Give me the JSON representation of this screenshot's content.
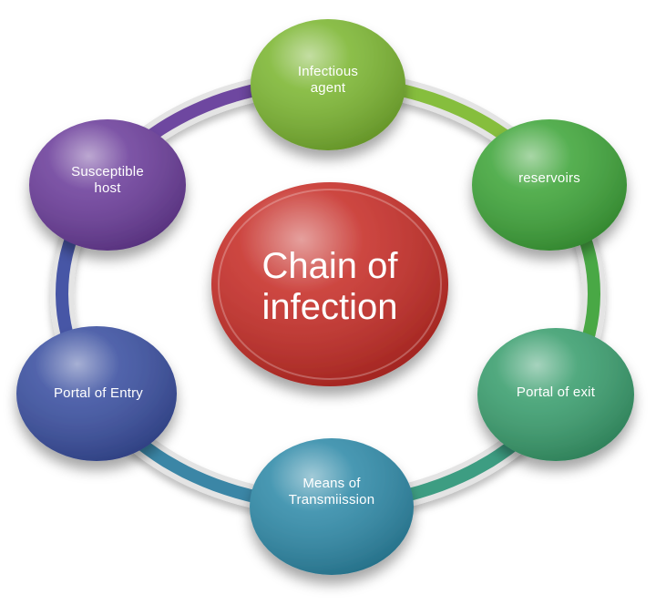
{
  "center": {
    "line1": "Chain of",
    "line2": "infection",
    "color": "#c62d27"
  },
  "nodes": [
    {
      "id": "infectious-agent",
      "lines": [
        "Infectious",
        "agent"
      ],
      "color": "#7cb632"
    },
    {
      "id": "reservoirs",
      "lines": [
        "reservoirs"
      ],
      "color": "#3fa53a"
    },
    {
      "id": "portal-of-exit",
      "lines": [
        "Portal of exit"
      ],
      "color": "#3a9e6e"
    },
    {
      "id": "means-of-transmission",
      "lines": [
        "Means of",
        "Transmiission"
      ],
      "color": "#2f8aa8"
    },
    {
      "id": "portal-of-entry",
      "lines": [
        "Portal of Entry"
      ],
      "color": "#3a4fa0"
    },
    {
      "id": "susceptible-host",
      "lines": [
        "Susceptible",
        "host"
      ],
      "color": "#6b3d9a"
    }
  ],
  "ring_colors": [
    "#86be3e",
    "#4aa844",
    "#3e9d82",
    "#3a86a6",
    "#4756a6",
    "#6e47a0"
  ]
}
